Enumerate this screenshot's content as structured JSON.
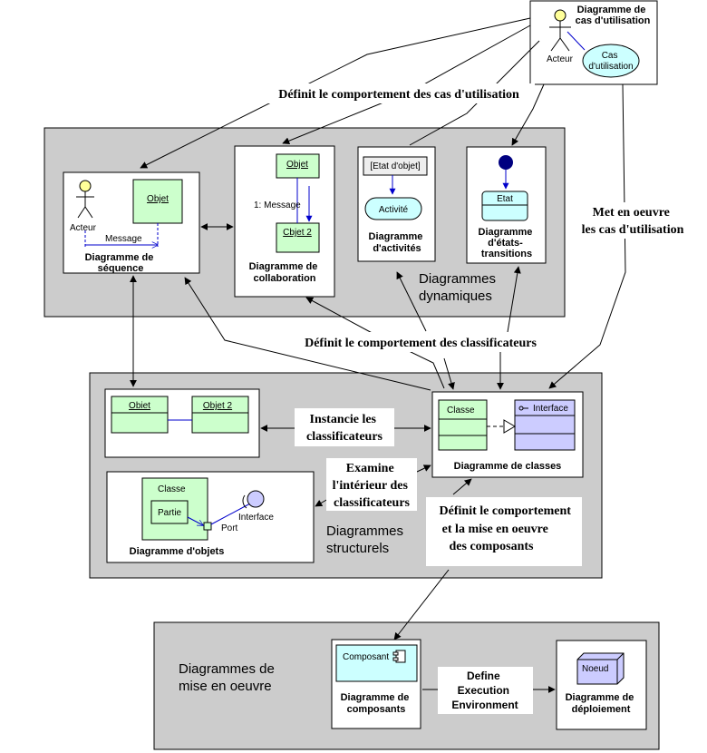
{
  "use_case": {
    "title": [
      "Diagramme de",
      "cas d'utilisation"
    ],
    "actor_label": "Acteur",
    "use_case_label": [
      "Cas",
      "d'utilisation"
    ]
  },
  "sequence": {
    "object_label": "Objet",
    "actor_label": "Acteur",
    "message_label": "Message",
    "title": [
      "Diagramme de",
      "séquence"
    ]
  },
  "collaboration": {
    "object1_label": "Objet",
    "message_label": "1: Message",
    "object2_label": "Cbjet 2",
    "title": [
      "Diagramme de",
      "collaboration"
    ]
  },
  "activity": {
    "state_label": "[Etat d'objet]",
    "activity_label": "Activité",
    "title": [
      "Diagramme",
      "d'activités"
    ]
  },
  "state": {
    "state_label": "Etat",
    "title": [
      "Diagramme",
      "d'états-",
      "transitions"
    ]
  },
  "groups": {
    "dynamic": [
      "Diagrammes",
      "dynamiques"
    ],
    "structural": [
      "Diagrammes",
      "structurels"
    ],
    "deployment": [
      "Diagrammes de",
      "mise en oeuvre"
    ]
  },
  "objects_top": {
    "object1_label": "Obiet",
    "object2_label": "Objet 2"
  },
  "classes": {
    "class_label": "Classe",
    "interface_label": "Interface",
    "title": "Diagramme de classes"
  },
  "composite": {
    "class_label": "Classe",
    "part_label": "Partie",
    "interface_label": "Interface",
    "port_label": "Port",
    "title": "Diagramme d'objets"
  },
  "components": {
    "component_label": "Composant",
    "title": [
      "Diagramme de",
      "composants"
    ]
  },
  "deploy": {
    "node_label": "Noeud",
    "title": [
      "Diagramme de",
      "déploiement"
    ]
  },
  "labels": {
    "use_case_behavior": "Définit le comportement des cas d'utilisation",
    "implements_use_cases": [
      "Met en oeuvre",
      "les cas d'utilisation"
    ],
    "classifier_behavior": "Définit le comportement des classificateurs",
    "instantiate": [
      "Instancie les",
      "classificateurs"
    ],
    "examine": [
      "Examine",
      "l'intérieur des",
      "classificateurs"
    ],
    "component_behavior": [
      "Définit le comportement",
      "et la mise en oeuvre",
      "des composants"
    ],
    "define_env": [
      "Define",
      "Execution",
      "Environment"
    ]
  }
}
